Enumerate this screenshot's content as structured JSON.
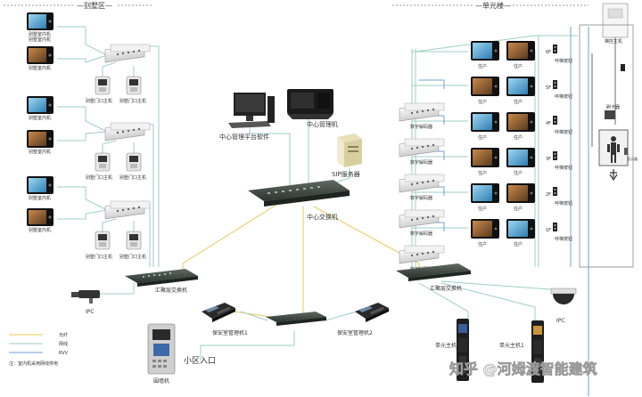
{
  "zones": {
    "villa": "—别墅区—",
    "unit": "—单元楼—"
  },
  "villa": {
    "indoor_a": "别墅室内机",
    "indoor_b": "别墅室内机",
    "door_a": "别墅门口主机",
    "door_b": "别墅门口主机"
  },
  "center": {
    "platform": "中心管理平台软件",
    "mgmt": "中心管理机",
    "sip": "SIP服务器",
    "core_switch": "中心交换机",
    "agg_left": "汇聚层交换机",
    "agg_right": "汇聚层交换机",
    "guard1": "保安室管理机1",
    "guard2": "保安室管理机2",
    "entrance": "小区入口",
    "wall": "围墙机"
  },
  "unit_building": {
    "household": "住户",
    "floors": [
      "6F",
      "5F",
      "4F",
      "3F",
      "2F",
      "1F"
    ],
    "decoder": "数字解码器",
    "elevator_call": "呼梯按钮",
    "elevator_ctrl": "梯控主机",
    "elevator_card": "刷卡器",
    "elevator_pi": "显示器",
    "main1": "单元主机1",
    "main2": "单元主机2"
  },
  "ipc_left": "IPC",
  "ipc_right": "IPC",
  "legend": {
    "fiber": "光纤",
    "net": "网线",
    "rvv": "RVV",
    "note": "注：室内机采用网线供电"
  },
  "watermark": "知乎 @河姆渡智能建筑",
  "colors": {
    "fiber": "#e8c85a",
    "net": "#9ccfc5",
    "rvv": "#6fa0d6"
  }
}
